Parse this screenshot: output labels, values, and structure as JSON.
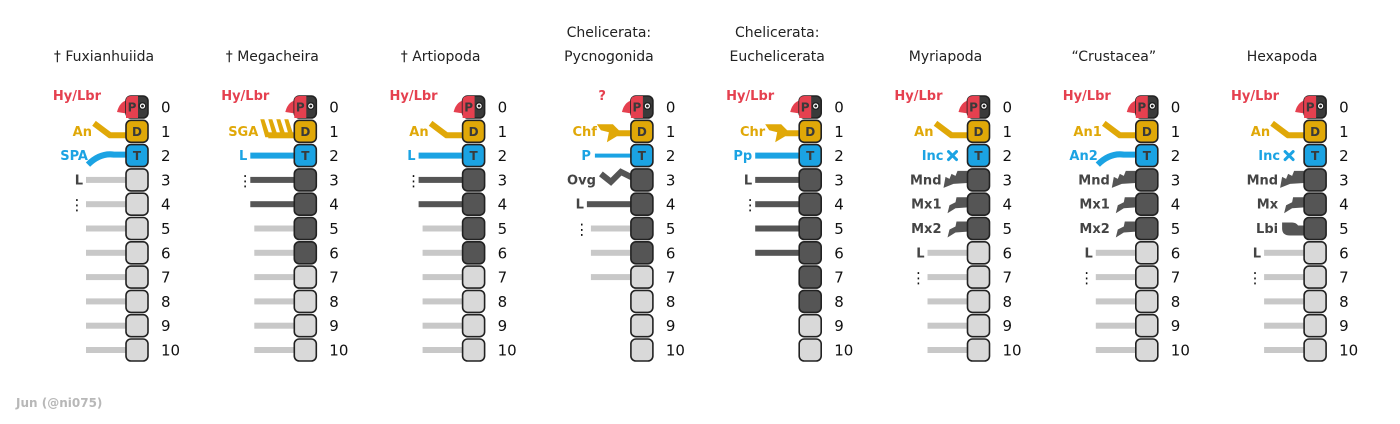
{
  "credit": "Jun (@ni075)",
  "colors": {
    "red": "#e5404f",
    "yellow": "#e0a808",
    "blue": "#1ba3e3",
    "dark": "#3a3a3a",
    "grey_label": "#444444",
    "seg_dark": "#555555",
    "seg_light": "#d9d9d9",
    "limb_dark": "#555555",
    "limb_light": "#c8c8c8",
    "outline": "#222222"
  },
  "segment_numbers": [
    "0",
    "1",
    "2",
    "3",
    "4",
    "5",
    "6",
    "7",
    "8",
    "9",
    "10"
  ],
  "segment_letters": {
    "P": "P",
    "D": "D",
    "T": "T"
  },
  "dagger": "†",
  "ellipsis": "⋮",
  "taxa": [
    {
      "title": [
        "Fuxianhuiida"
      ],
      "extinct": true,
      "dark_segments": 0,
      "labels": [
        {
          "seg": 0,
          "text": "Hy/Lbr",
          "color": "red"
        },
        {
          "seg": 1,
          "text": "An",
          "color": "yellow"
        },
        {
          "seg": 2,
          "text": "SPA",
          "color": "blue"
        },
        {
          "seg": 3,
          "text": "L",
          "color": "grey_label"
        }
      ],
      "ellipsis_seg": 4,
      "limbs": [
        {
          "seg": 0,
          "kind": "labrum"
        },
        {
          "seg": 1,
          "kind": "antenna"
        },
        {
          "seg": 2,
          "kind": "curved_blue"
        },
        {
          "seg": 3,
          "kind": "leg_light"
        },
        {
          "seg": 4,
          "kind": "leg_light"
        },
        {
          "seg": 5,
          "kind": "leg_light"
        },
        {
          "seg": 6,
          "kind": "leg_light"
        },
        {
          "seg": 7,
          "kind": "leg_light"
        },
        {
          "seg": 8,
          "kind": "leg_light"
        },
        {
          "seg": 9,
          "kind": "leg_light"
        },
        {
          "seg": 10,
          "kind": "leg_light"
        }
      ]
    },
    {
      "title": [
        "Megacheira"
      ],
      "extinct": true,
      "dark_segments": 4,
      "labels": [
        {
          "seg": 0,
          "text": "Hy/Lbr",
          "color": "red"
        },
        {
          "seg": 1,
          "text": "SGA",
          "color": "yellow"
        },
        {
          "seg": 2,
          "text": "L",
          "color": "blue"
        }
      ],
      "ellipsis_seg": 3,
      "limbs": [
        {
          "seg": 0,
          "kind": "labrum"
        },
        {
          "seg": 1,
          "kind": "great_appendage"
        },
        {
          "seg": 2,
          "kind": "leg_blue"
        },
        {
          "seg": 3,
          "kind": "leg_dark"
        },
        {
          "seg": 4,
          "kind": "leg_dark"
        },
        {
          "seg": 5,
          "kind": "leg_light"
        },
        {
          "seg": 6,
          "kind": "leg_light"
        },
        {
          "seg": 7,
          "kind": "leg_light"
        },
        {
          "seg": 8,
          "kind": "leg_light"
        },
        {
          "seg": 9,
          "kind": "leg_light"
        },
        {
          "seg": 10,
          "kind": "leg_light"
        }
      ]
    },
    {
      "title": [
        "Artiopoda"
      ],
      "extinct": true,
      "dark_segments": 4,
      "labels": [
        {
          "seg": 0,
          "text": "Hy/Lbr",
          "color": "red"
        },
        {
          "seg": 1,
          "text": "An",
          "color": "yellow"
        },
        {
          "seg": 2,
          "text": "L",
          "color": "blue"
        }
      ],
      "ellipsis_seg": 3,
      "limbs": [
        {
          "seg": 0,
          "kind": "labrum"
        },
        {
          "seg": 1,
          "kind": "antenna"
        },
        {
          "seg": 2,
          "kind": "leg_blue"
        },
        {
          "seg": 3,
          "kind": "leg_dark"
        },
        {
          "seg": 4,
          "kind": "leg_dark"
        },
        {
          "seg": 5,
          "kind": "leg_light"
        },
        {
          "seg": 6,
          "kind": "leg_light"
        },
        {
          "seg": 7,
          "kind": "leg_light"
        },
        {
          "seg": 8,
          "kind": "leg_light"
        },
        {
          "seg": 9,
          "kind": "leg_light"
        },
        {
          "seg": 10,
          "kind": "leg_light"
        }
      ]
    },
    {
      "title": [
        "Chelicerata:",
        "Pycnogonida"
      ],
      "extinct": false,
      "dark_segments": 4,
      "labels": [
        {
          "seg": 0,
          "text": "?",
          "color": "red"
        },
        {
          "seg": 1,
          "text": "Chf",
          "color": "yellow"
        },
        {
          "seg": 2,
          "text": "P",
          "color": "blue"
        },
        {
          "seg": 3,
          "text": "Ovg",
          "color": "grey_label"
        },
        {
          "seg": 4,
          "text": "L",
          "color": "grey_label"
        }
      ],
      "ellipsis_seg": 5,
      "limbs": [
        {
          "seg": 0,
          "kind": "labrum"
        },
        {
          "seg": 1,
          "kind": "chelifore"
        },
        {
          "seg": 2,
          "kind": "leg_blue_short"
        },
        {
          "seg": 3,
          "kind": "ovigerous"
        },
        {
          "seg": 4,
          "kind": "leg_dark"
        },
        {
          "seg": 5,
          "kind": "leg_light"
        },
        {
          "seg": 6,
          "kind": "leg_light"
        },
        {
          "seg": 7,
          "kind": "leg_light"
        }
      ]
    },
    {
      "title": [
        "Chelicerata:",
        "Euchelicerata"
      ],
      "extinct": false,
      "dark_segments": 6,
      "labels": [
        {
          "seg": 0,
          "text": "Hy/Lbr",
          "color": "red"
        },
        {
          "seg": 1,
          "text": "Chr",
          "color": "yellow"
        },
        {
          "seg": 2,
          "text": "Pp",
          "color": "blue"
        },
        {
          "seg": 3,
          "text": "L",
          "color": "grey_label"
        }
      ],
      "ellipsis_seg": 4,
      "limbs": [
        {
          "seg": 0,
          "kind": "labrum"
        },
        {
          "seg": 1,
          "kind": "chelicera"
        },
        {
          "seg": 2,
          "kind": "leg_blue"
        },
        {
          "seg": 3,
          "kind": "leg_dark"
        },
        {
          "seg": 4,
          "kind": "leg_dark"
        },
        {
          "seg": 5,
          "kind": "leg_dark"
        },
        {
          "seg": 6,
          "kind": "leg_dark"
        }
      ]
    },
    {
      "title": [
        "Myriapoda"
      ],
      "extinct": false,
      "dark_segments": 3,
      "labels": [
        {
          "seg": 0,
          "text": "Hy/Lbr",
          "color": "red"
        },
        {
          "seg": 1,
          "text": "An",
          "color": "yellow"
        },
        {
          "seg": 2,
          "text": "Inc",
          "color": "blue"
        },
        {
          "seg": 3,
          "text": "Mnd",
          "color": "grey_label"
        },
        {
          "seg": 4,
          "text": "Mx1",
          "color": "grey_label"
        },
        {
          "seg": 5,
          "text": "Mx2",
          "color": "grey_label"
        },
        {
          "seg": 6,
          "text": "L",
          "color": "grey_label"
        }
      ],
      "ellipsis_seg": 7,
      "limbs": [
        {
          "seg": 0,
          "kind": "labrum"
        },
        {
          "seg": 1,
          "kind": "antenna"
        },
        {
          "seg": 2,
          "kind": "cross"
        },
        {
          "seg": 3,
          "kind": "mandible"
        },
        {
          "seg": 4,
          "kind": "maxilla"
        },
        {
          "seg": 5,
          "kind": "maxilla"
        },
        {
          "seg": 6,
          "kind": "leg_light"
        },
        {
          "seg": 7,
          "kind": "leg_light"
        },
        {
          "seg": 8,
          "kind": "leg_light"
        },
        {
          "seg": 9,
          "kind": "leg_light"
        },
        {
          "seg": 10,
          "kind": "leg_light"
        }
      ]
    },
    {
      "title": [
        "“Crustacea”"
      ],
      "extinct": false,
      "dark_segments": 3,
      "labels": [
        {
          "seg": 0,
          "text": "Hy/Lbr",
          "color": "red"
        },
        {
          "seg": 1,
          "text": "An1",
          "color": "yellow"
        },
        {
          "seg": 2,
          "text": "An2",
          "color": "blue"
        },
        {
          "seg": 3,
          "text": "Mnd",
          "color": "grey_label"
        },
        {
          "seg": 4,
          "text": "Mx1",
          "color": "grey_label"
        },
        {
          "seg": 5,
          "text": "Mx2",
          "color": "grey_label"
        },
        {
          "seg": 6,
          "text": "L",
          "color": "grey_label"
        }
      ],
      "ellipsis_seg": 7,
      "limbs": [
        {
          "seg": 0,
          "kind": "labrum"
        },
        {
          "seg": 1,
          "kind": "antenna"
        },
        {
          "seg": 2,
          "kind": "curved_blue"
        },
        {
          "seg": 3,
          "kind": "mandible"
        },
        {
          "seg": 4,
          "kind": "maxilla"
        },
        {
          "seg": 5,
          "kind": "maxilla"
        },
        {
          "seg": 6,
          "kind": "leg_light"
        },
        {
          "seg": 7,
          "kind": "leg_light"
        },
        {
          "seg": 8,
          "kind": "leg_light"
        },
        {
          "seg": 9,
          "kind": "leg_light"
        },
        {
          "seg": 10,
          "kind": "leg_light"
        }
      ]
    },
    {
      "title": [
        "Hexapoda"
      ],
      "extinct": false,
      "dark_segments": 3,
      "labels": [
        {
          "seg": 0,
          "text": "Hy/Lbr",
          "color": "red"
        },
        {
          "seg": 1,
          "text": "An",
          "color": "yellow"
        },
        {
          "seg": 2,
          "text": "Inc",
          "color": "blue"
        },
        {
          "seg": 3,
          "text": "Mnd",
          "color": "grey_label"
        },
        {
          "seg": 4,
          "text": "Mx",
          "color": "grey_label"
        },
        {
          "seg": 5,
          "text": "Lbi",
          "color": "grey_label"
        },
        {
          "seg": 6,
          "text": "L",
          "color": "grey_label"
        }
      ],
      "ellipsis_seg": 7,
      "limbs": [
        {
          "seg": 0,
          "kind": "labrum"
        },
        {
          "seg": 1,
          "kind": "antenna"
        },
        {
          "seg": 2,
          "kind": "cross"
        },
        {
          "seg": 3,
          "kind": "mandible"
        },
        {
          "seg": 4,
          "kind": "maxilla"
        },
        {
          "seg": 5,
          "kind": "labium"
        },
        {
          "seg": 6,
          "kind": "leg_light"
        },
        {
          "seg": 7,
          "kind": "leg_light"
        },
        {
          "seg": 8,
          "kind": "leg_light"
        },
        {
          "seg": 9,
          "kind": "leg_light"
        },
        {
          "seg": 10,
          "kind": "leg_light"
        }
      ]
    }
  ]
}
